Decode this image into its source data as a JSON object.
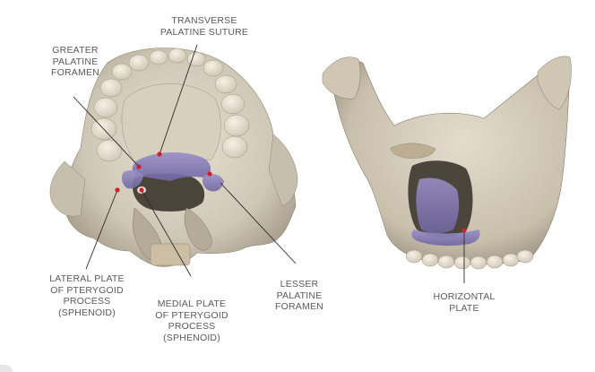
{
  "labels": {
    "transverse_suture": [
      "TRANSVERSE",
      "PALATINE SUTURE"
    ],
    "greater_foramen": [
      "GREATER",
      "PALATINE",
      "FORAMEN"
    ],
    "lateral_plate": [
      "LATERAL PLATE",
      "OF PTERYGOID",
      "PROCESS",
      "(SPHENOID)"
    ],
    "medial_plate": [
      "MEDIAL PLATE",
      "OF PTERYGOID",
      "PROCESS",
      "(SPHENOID)"
    ],
    "lesser_foramen": [
      "LESSER",
      "PALATINE",
      "FORAMEN"
    ],
    "horizontal_plate": [
      "HORIZONTAL",
      "PLATE"
    ]
  },
  "colors": {
    "bone": "#d9d2c4",
    "bone_shadow": "#a89f8e",
    "bone_dark": "#7b7365",
    "teeth": "#ece6d8",
    "palatine": "#8a80b8",
    "leader_line": "#2b2b2b",
    "marker": "#d0202a",
    "text": "#5a5a5a"
  }
}
